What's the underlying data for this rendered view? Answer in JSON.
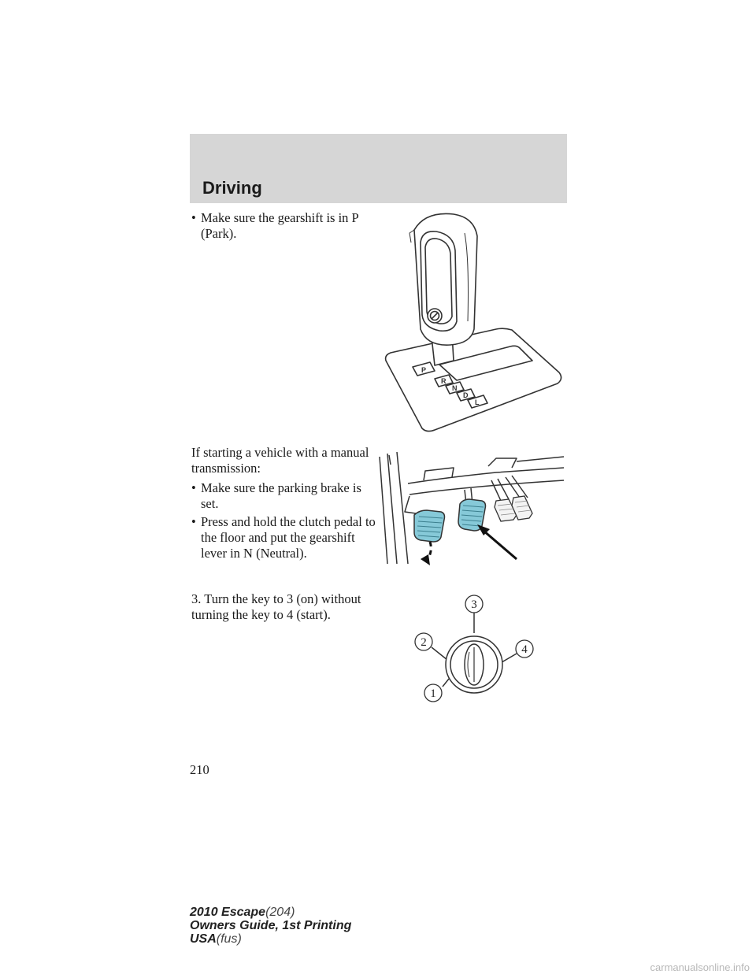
{
  "header": {
    "title": "Driving"
  },
  "bullets_top": [
    {
      "text": "Make sure the gearshift is in P (Park)."
    }
  ],
  "manual_intro": "If starting a vehicle with a manual transmission:",
  "bullets_manual": [
    {
      "text": "Make sure the parking brake is set."
    },
    {
      "text": "Press and hold the clutch pedal to the floor and put the gearshift lever in N (Neutral)."
    }
  ],
  "step3": "3. Turn the key to 3 (on) without turning the key to 4 (start).",
  "bullet_char": "•",
  "figures": {
    "gearshift": {
      "gear_letters": [
        "P",
        "R",
        "N",
        "D",
        "L"
      ]
    },
    "ignition": {
      "labels": [
        "1",
        "2",
        "3",
        "4"
      ]
    }
  },
  "page_number": "210",
  "footer": {
    "line1_bold": "2010 Escape",
    "line1_light": "(204)",
    "line2": "Owners Guide, 1st Printing",
    "line3_bold": "USA",
    "line3_light": "(fus)"
  },
  "watermark": "carmanualsonline.info"
}
